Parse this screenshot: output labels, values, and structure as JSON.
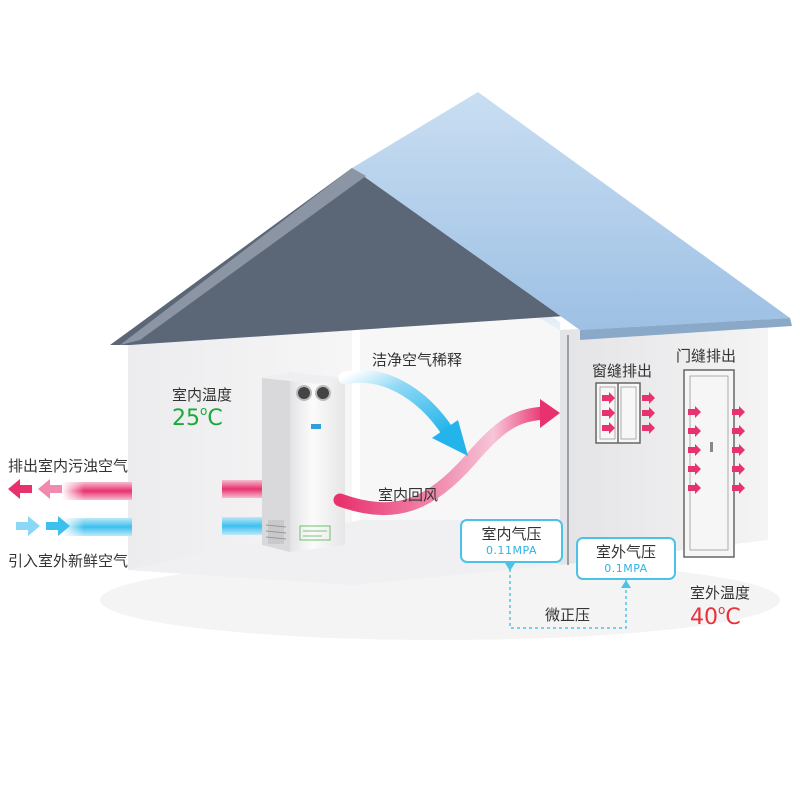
{
  "indoor": {
    "temp_label": "室内温度",
    "temp_value": "25",
    "temp_unit": "C"
  },
  "outdoor": {
    "temp_label": "室外温度",
    "temp_value": "40",
    "temp_unit": "C"
  },
  "flows": {
    "clean_air_dilution": "洁净空气稀释",
    "indoor_return_air": "室内回风",
    "exhaust_dirty_air": "排出室内污浊空气",
    "intake_fresh_air": "引入室外新鲜空气"
  },
  "exhaust": {
    "window_gap": "窗缝排出",
    "door_gap": "门缝排出"
  },
  "pressure": {
    "indoor_label": "室内气压",
    "indoor_value": "0.11MPA",
    "outdoor_label": "室外气压",
    "outdoor_value": "0.1MPA",
    "differential": "微正压"
  },
  "colors": {
    "roof": "#a9c8e8",
    "roof_edge": "#5b6677",
    "wall": "#eeeef0",
    "exhaust_arrow": "#e8326e",
    "fresh_arrow": "#3cc0ee",
    "indoor_temp": "#1aaa3a",
    "outdoor_temp": "#e8313a"
  }
}
